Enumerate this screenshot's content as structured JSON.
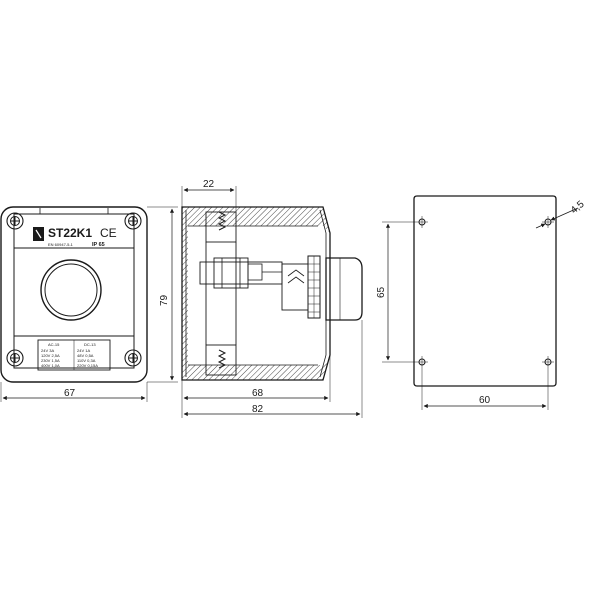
{
  "front_view": {
    "model": "ST22K1",
    "ce_mark": "CE",
    "standard": "EN 60947-5-1",
    "ip_rating": "IP 65",
    "ratings": {
      "ac_header": "AC-15",
      "dc_header": "DC-13",
      "ac_rows": [
        "24V 3A",
        "120V 2,5A",
        "230V 1,5A",
        "400V 1,0A"
      ],
      "dc_rows": [
        "24V 1A",
        "48V 0,5A",
        "110V 0,3A",
        "220V 0,15A"
      ]
    }
  },
  "dimensions": {
    "front_width": "67",
    "front_height": "79",
    "side_depth_top": "22",
    "side_depth_body": "68",
    "side_depth_total": "82",
    "mount_height": "65",
    "mount_width": "60",
    "hole_diameter": "4,5"
  }
}
